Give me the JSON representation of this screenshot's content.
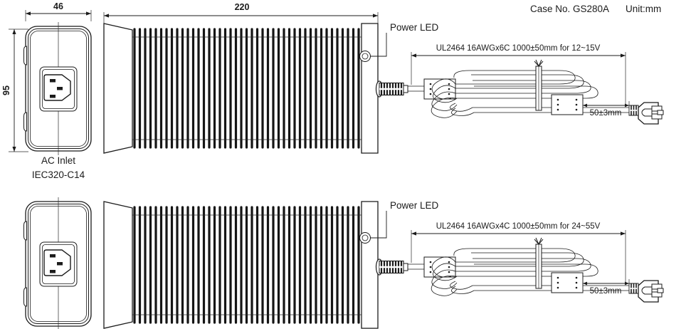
{
  "header": {
    "case_no": "Case No. GS280A",
    "unit": "Unit:mm"
  },
  "dimensions": {
    "width_46": "46",
    "height_95": "95",
    "length_220": "220",
    "tail_50": "50±3mm"
  },
  "labels": {
    "ac_inlet": "AC Inlet",
    "iec_type": "IEC320-C14",
    "power_led_top": "Power  LED",
    "power_led_bottom": "Power  LED"
  },
  "cables": {
    "top": "UL2464 16AWGx6C 1000±50mm for 12~15V",
    "bottom": "UL2464 16AWGx4C 1000±50mm for 24~55V"
  },
  "icons": {
    "led": "power-led-icon",
    "socket": "iec-c14-socket-icon",
    "strain_relief": "strain-relief-boot-icon",
    "cable_tie": "cable-tie-icon",
    "plug": "dc-output-plug-icon"
  },
  "colors": {
    "line": "#1b1b1b",
    "fin": "#151515",
    "background": "#ffffff"
  },
  "views": {
    "top_front": "front-view-ac-inlet-12-15v",
    "top_side": "side-view-heatsink-12-15v",
    "bottom_front": "front-view-ac-inlet-24-55v",
    "bottom_side": "side-view-heatsink-24-55v"
  }
}
